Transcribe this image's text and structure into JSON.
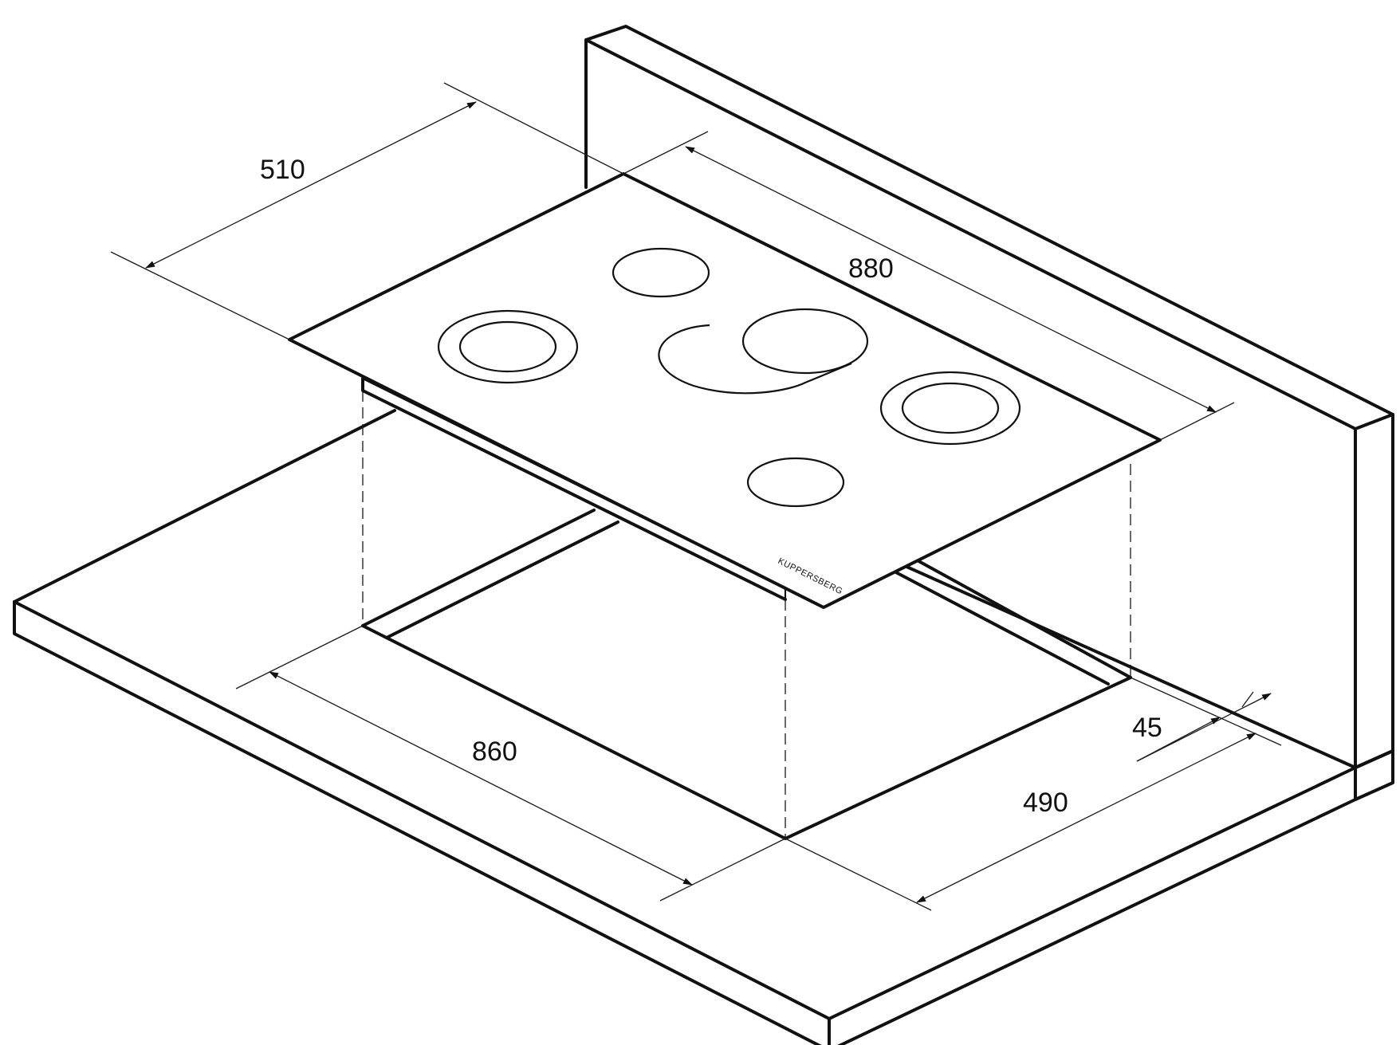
{
  "drawing": {
    "brand_label": "KUPPERSBERG",
    "dimensions": {
      "hob_depth": "510",
      "hob_width": "880",
      "cutout_width": "860",
      "cutout_depth": "490",
      "edge_offset": "45"
    }
  }
}
